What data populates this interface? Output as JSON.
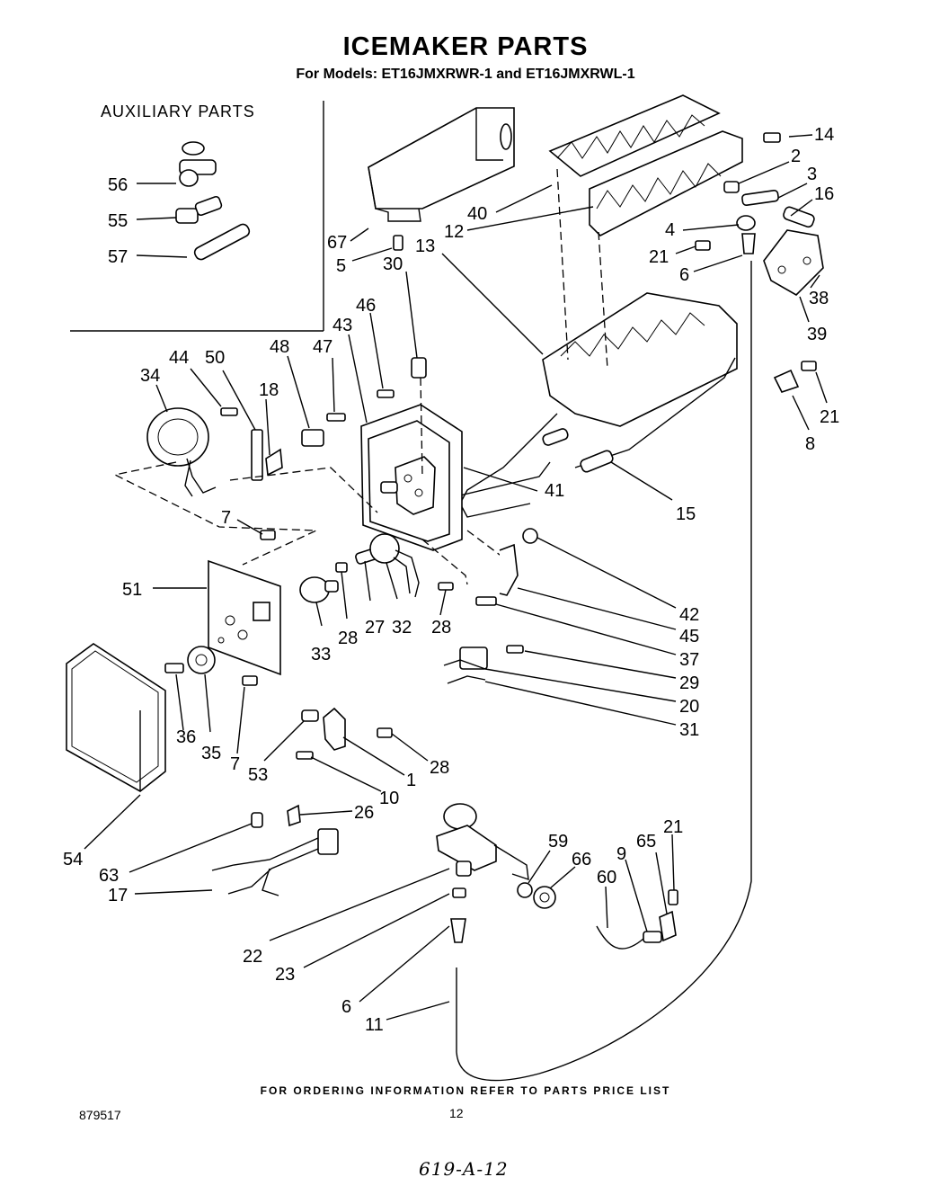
{
  "header": {
    "title": "ICEMAKER PARTS",
    "subtitle": "For Models: ET16JMXRWR-1  and ET16JMXRWL-1"
  },
  "auxiliary": {
    "label": "AUXILIARY PARTS"
  },
  "callouts": {
    "c56": "56",
    "c55": "55",
    "c57": "57",
    "c67": "67",
    "c5": "5",
    "c30": "30",
    "c40": "40",
    "c12": "12",
    "c13": "13",
    "c14": "14",
    "c2": "2",
    "c3": "3",
    "c16": "16",
    "c4": "4",
    "c21a": "21",
    "c6a": "6",
    "c38": "38",
    "c39": "39",
    "c21b": "21",
    "c8": "8",
    "c46": "46",
    "c43": "43",
    "c48": "48",
    "c47": "47",
    "c18": "18",
    "c34": "34",
    "c44": "44",
    "c50": "50",
    "c41": "41",
    "c15": "15",
    "c7a": "7",
    "c51": "51",
    "c33": "33",
    "c28a": "28",
    "c27": "27",
    "c32": "32",
    "c28b": "28",
    "c42": "42",
    "c45": "45",
    "c37": "37",
    "c29": "29",
    "c20": "20",
    "c31": "31",
    "c36": "36",
    "c35": "35",
    "c7b": "7",
    "c53": "53",
    "c1": "1",
    "c28c": "28",
    "c10": "10",
    "c54": "54",
    "c26": "26",
    "c63": "63",
    "c17": "17",
    "c59": "59",
    "c66": "66",
    "c21c": "21",
    "c65": "65",
    "c9": "9",
    "c60": "60",
    "c22": "22",
    "c23": "23",
    "c6b": "6",
    "c11": "11"
  },
  "footer": {
    "note": "FOR ORDERING INFORMATION REFER TO PARTS PRICE LIST",
    "doc_number": "879517",
    "page_number": "12",
    "handwritten": "619-A-12"
  }
}
